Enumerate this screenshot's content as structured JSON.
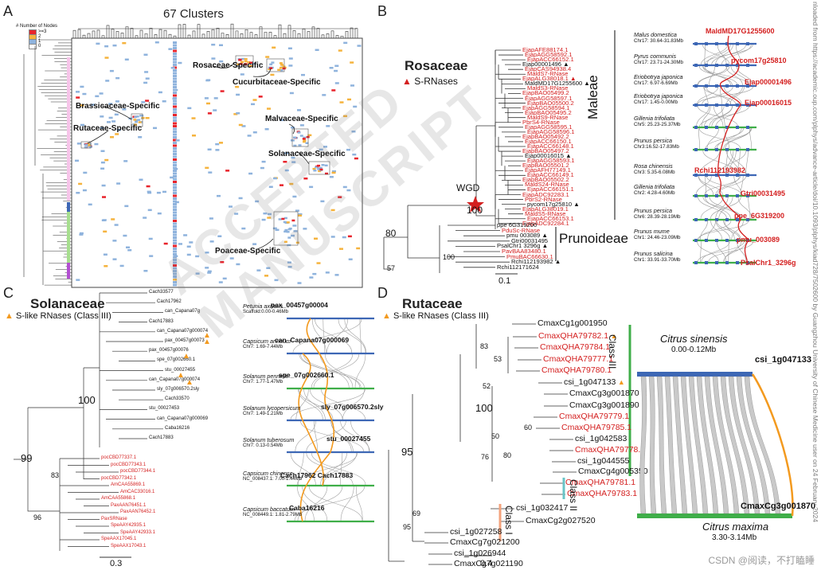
{
  "panels": {
    "A": {
      "letter": "A",
      "title": "67 Clusters",
      "legend_title": "# Number of Nodes",
      "legend_items": [
        ">=3",
        "2",
        "1",
        "0"
      ],
      "legend_colors": [
        "#e8242c",
        "#f5b33e",
        "#8fb3dd",
        "#ffffff"
      ],
      "labels": [
        "Rosaceae-Specific",
        "Cucurbitaceae-Specific",
        "Brassicaceae-Specific",
        "Rutaceae-Specific",
        "Malvaceae-Specific",
        "Solanaceae-Specific",
        "Poaceae-Specific"
      ]
    },
    "B": {
      "letter": "B",
      "title": "Rosaceae",
      "legend": "S-RNases",
      "group1": "Maleae",
      "group2": "Prunoideae",
      "wgd": "WGD",
      "support_wgd": "100",
      "support_root": "80",
      "support_57": "57",
      "support_100b": "100",
      "scale": "0.1",
      "tips_top": [
        {
          "t": "EjapAFE88174.1",
          "c": "red"
        },
        {
          "t": "EjapAGG58592.1",
          "c": "red"
        },
        {
          "t": "EjapACC66152.1",
          "c": "red"
        },
        {
          "t": "Ejap00001496 ▲",
          "c": "blk"
        },
        {
          "t": "EjapCAS94938.4",
          "c": "red"
        },
        {
          "t": "MaldS7-RNase",
          "c": "red"
        },
        {
          "t": "EjapALG38018.1 ▲",
          "c": "red"
        },
        {
          "t": "MaldMD17G1255600 ▲",
          "c": "blk"
        },
        {
          "t": "MaldS3-RNase",
          "c": "red"
        },
        {
          "t": "EjapBAO05499.2",
          "c": "red"
        },
        {
          "t": "EjapAGG58597.1",
          "c": "red"
        },
        {
          "t": "EjapBAO05500.2",
          "c": "red"
        },
        {
          "t": "EjapAGG58594.1",
          "c": "red"
        },
        {
          "t": "EjapBAO05495.2",
          "c": "red"
        },
        {
          "t": "MaldS9-RNase",
          "c": "red"
        },
        {
          "t": "PbrS4-RNase",
          "c": "red"
        },
        {
          "t": "EjapAGG58595.1",
          "c": "red"
        },
        {
          "t": "EjapAGG58596.1",
          "c": "red"
        },
        {
          "t": "EjapBAO05492.2",
          "c": "red"
        },
        {
          "t": "EjapACC66150.1",
          "c": "red"
        },
        {
          "t": "EjapACC66148.1",
          "c": "red"
        },
        {
          "t": "EjapBAO05497.2",
          "c": "red"
        },
        {
          "t": "Ejap00016015 ▲",
          "c": "blk"
        },
        {
          "t": "EjapAGG58593.1",
          "c": "red"
        },
        {
          "t": "EjapBAO05501.2",
          "c": "red"
        },
        {
          "t": "EjapAFH77149.1",
          "c": "red"
        },
        {
          "t": "EjapACC66149.1",
          "c": "red"
        },
        {
          "t": "EjapBAO05502.2",
          "c": "red"
        },
        {
          "t": "MaldS24-RNase",
          "c": "red"
        },
        {
          "t": "EjapACC66151.1",
          "c": "red"
        },
        {
          "t": "EjapADC92283.1",
          "c": "red"
        },
        {
          "t": "PbrS2-RNase",
          "c": "red"
        },
        {
          "t": "pycom17g25810 ▲",
          "c": "blk"
        },
        {
          "t": "EjapALG38019.1",
          "c": "red"
        },
        {
          "t": "MaldS5-RNase",
          "c": "red"
        },
        {
          "t": "EjapACC66153.1",
          "c": "red"
        },
        {
          "t": "EjapADC92284.1",
          "c": "red"
        }
      ],
      "tips_bottom": [
        {
          "t": "ppe 6G319200",
          "c": "blk"
        },
        {
          "t": "PduSc-RNase",
          "c": "red"
        },
        {
          "t": "pmu 003089 ▲",
          "c": "blk"
        },
        {
          "t": "Gtri00031495",
          "c": "blk"
        },
        {
          "t": "PsalChr1 3296g ▲",
          "c": "blk"
        },
        {
          "t": "PavBAA83480.1",
          "c": "red"
        },
        {
          "t": "PmuBAC66630.1",
          "c": "red"
        },
        {
          "t": "Rchi112193982 ▲",
          "c": "blk"
        },
        {
          "t": "Rchi112171624",
          "c": "blk"
        }
      ],
      "synteny": [
        {
          "sp": "Malus domestica",
          "loc": "Chr17: 30.64-31.83Mb"
        },
        {
          "sp": "Pyrus communis",
          "loc": "Chr17: 23.71-24.30Mb"
        },
        {
          "sp": "Eriobotrya japonica",
          "loc": "Chr17: 6.97-6.69Mb"
        },
        {
          "sp": "Eriobotrya japonica",
          "loc": "Chr17: 1.45-0.00Mb"
        },
        {
          "sp": "Gillenia trifoliata",
          "loc": "Chr5: 25.23-25.37Mb"
        },
        {
          "sp": "Prunus persica",
          "loc": "Chr3:16.52-17.83Mb"
        },
        {
          "sp": "Rosa chinensis",
          "loc": "Chr3: 5.35-6.08Mb"
        },
        {
          "sp": "Gillenia trifoliata",
          "loc": "Chr2: 4.28-4.60Mb"
        },
        {
          "sp": "Prunus persica",
          "loc": "Chr6: 28.39-28.19Mb"
        },
        {
          "sp": "Prunus mume",
          "loc": "Chr1: 24.46-23.09Mb"
        },
        {
          "sp": "Prunus salicina",
          "loc": "Chr1: 33.91-33.70Mb"
        }
      ],
      "synteny_genes": [
        "MaldMD17G1255600",
        "pycom17g25810",
        "Ejap00001496",
        "Ejap00016015",
        "Rchi112193982",
        "Gtri00031495",
        "ppe_6G319200",
        "pmu_003089",
        "PsalChr1_3296g"
      ]
    },
    "C": {
      "letter": "C",
      "title": "Solanaceae",
      "legend": "S-like RNases (Class III)",
      "support_root": "99",
      "support_100": "100",
      "support_96": "96",
      "support_83": "83",
      "scale": "0.3",
      "species": [
        {
          "sp": "Petunia axillaris",
          "loc": "Scaffold:0.00-0.46Mb",
          "gene": "pax_00457g00004"
        },
        {
          "sp": "Capsicum annuum",
          "loc": "Chr7: 1.69-7.44Mb",
          "gene": "can_Capana07g000069"
        },
        {
          "sp": "Solanum pennellii",
          "loc": "Chr7: 1.77-1.47Mb",
          "gene": "spe_07g002660.1"
        },
        {
          "sp": "Solanum lycopersicum",
          "loc": "Chr7: 1.49-1.21Mb",
          "gene": "sly_07g006570.2sly"
        },
        {
          "sp": "Solanum tuberosum",
          "loc": "Chr7: 0.13-0.54Mb",
          "gene": "stu_00027455"
        },
        {
          "sp": "Capsicum chinense",
          "loc": "NC_008437.1: 7.00-1.44Mb",
          "gene": "Cach17962 Cach17883"
        },
        {
          "sp": "Capsicum baccatum",
          "loc": "NC_008449.1: 1.81-2.79Mb",
          "gene": "Caba16216"
        }
      ],
      "tips_black": [
        "Cach33577",
        "Cach17962",
        "can_Capana07g",
        "Cach17883",
        "can_Capana07g000074",
        "pax_00457g00073",
        "pax_00457g00076",
        "spe_07g002660.1",
        "stu_00027455",
        "can_Capana07g000074",
        "sly_07g006570.2sly",
        "Cach33570",
        "stu_00027453",
        "can_Capana07g000069",
        "Caba16216",
        "Cach17883"
      ],
      "tips_red": [
        "pocCBD77337.1",
        "pocCBD77343.1",
        "pocCBD77344.1",
        "pocCBD77342.1",
        "AmCAA55869.1",
        "AmCAC33016.1",
        "AmCAA55868.1",
        "PaxAAN76451.1",
        "PaxAAN76452.1",
        "PaxSRNase",
        "SpeAAY42935.1",
        "SpeAAY42933.1",
        "SpeAAX17045.1",
        "SpeAAX17043.1"
      ]
    },
    "D": {
      "letter": "D",
      "title": "Rutaceae",
      "legend": "S-like RNases (Class III)",
      "class3": "Class III",
      "class2": "Class II",
      "class1": "Class I",
      "scale": "0.4",
      "tips": [
        {
          "t": "CmaxCg1g001950",
          "c": "blk",
          "tri": false
        },
        {
          "t": "CmaxQHA79782.1",
          "c": "red",
          "tri": true
        },
        {
          "t": "CmaxQHA79784.1",
          "c": "red",
          "tri": false
        },
        {
          "t": "CmaxQHA79777.1",
          "c": "red",
          "tri": false
        },
        {
          "t": "CmaxQHA79780.1",
          "c": "red",
          "tri": false
        },
        {
          "t": "csi_1g047133",
          "c": "blk",
          "tri": true
        },
        {
          "t": "CmaxCg3g001870",
          "c": "blk",
          "tri": true
        },
        {
          "t": "CmaxCg3g001890",
          "c": "blk",
          "tri": false
        },
        {
          "t": "CmaxQHA79779.1",
          "c": "red",
          "tri": false
        },
        {
          "t": "CmaxQHA79785.1",
          "c": "red",
          "tri": false
        },
        {
          "t": "csi_1g042583",
          "c": "blk",
          "tri": false
        },
        {
          "t": "CmaxQHA79778.1",
          "c": "red",
          "tri": false
        },
        {
          "t": "csi_1g044555",
          "c": "blk",
          "tri": false
        },
        {
          "t": "CmaxCg4g005350",
          "c": "blk",
          "tri": false
        },
        {
          "t": "CmaxQHA79781.1",
          "c": "red",
          "tri": false
        },
        {
          "t": "CmaxQHA79783.1",
          "c": "red",
          "tri": false
        },
        {
          "t": "csi_1g032417",
          "c": "blk",
          "tri": false
        },
        {
          "t": "CmaxCg2g027520",
          "c": "blk",
          "tri": false
        },
        {
          "t": "csi_1g027258",
          "c": "blk",
          "tri": false
        },
        {
          "t": "CmaxCg7g021200",
          "c": "blk",
          "tri": false
        },
        {
          "t": "csi_1g026944",
          "c": "blk",
          "tri": false
        },
        {
          "t": "CmaxCg7g021190",
          "c": "blk",
          "tri": false
        }
      ],
      "supports": [
        "83",
        "53",
        "52",
        "100",
        "50",
        "60",
        "76",
        "80",
        "95",
        "95",
        "69"
      ],
      "synteny_top_sp": "Citrus sinensis",
      "synteny_top_loc": "0.00-0.12Mb",
      "synteny_top_gene": "csi_1g047133",
      "synteny_bot_sp": "Citrus maxima",
      "synteny_bot_loc": "3.30-3.14Mb",
      "synteny_bot_gene": "CmaxCg3g001870"
    }
  },
  "watermark": "ACCEPTED MANUSCRIPT",
  "side_note": "nloaded from https://academic.oup.com/plphys/advance-article/doi/10.1093/plphys/kiad728/7502600 by Guangzhou University of Chinese Medicine user on 24 February 2024",
  "footer": "CSDN @阅读，不打瞌睡",
  "colors": {
    "red": "#d42020",
    "orange": "#f39a1f",
    "green": "#3fae49",
    "blue": "#3d67b5",
    "teal": "#69c4c7",
    "salmon": "#f3a37d",
    "gray": "#b8b8b8"
  }
}
